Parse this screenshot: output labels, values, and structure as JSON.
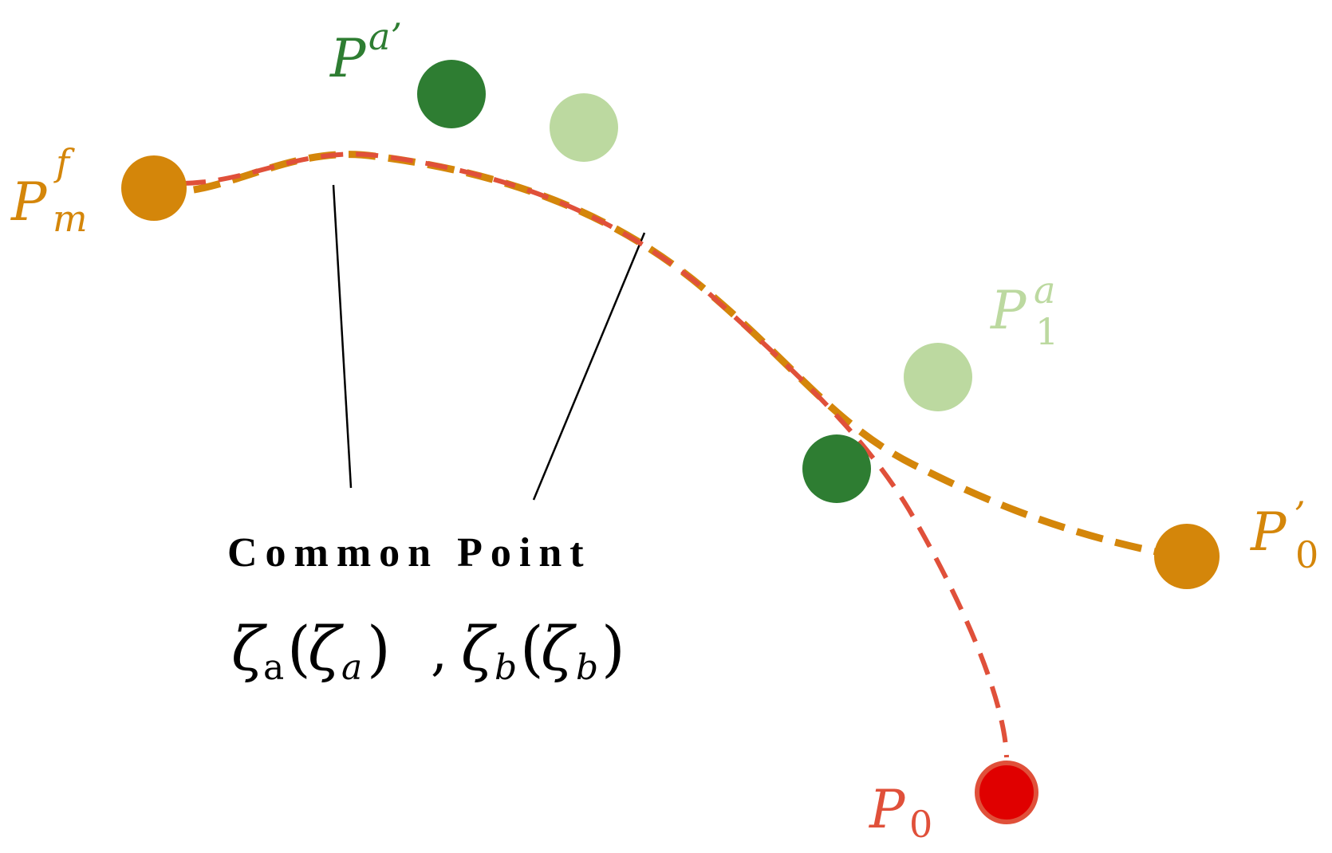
{
  "colors": {
    "orange": "#D4860A",
    "red_dash": "#E0503A",
    "red_point": "#E00000",
    "dark_green": "#2E7D32",
    "light_green": "#BCD9A0",
    "leader": "#000000"
  },
  "labels": {
    "pmf": {
      "base": "P",
      "sup": "f",
      "sub": "m"
    },
    "pa_prime": {
      "base": "P",
      "sup": "a’"
    },
    "p1a": {
      "base": "P",
      "sup": "a",
      "sub": "1"
    },
    "p0_prime": {
      "base": "P",
      "sup": "’",
      "sub": "0"
    },
    "p0": {
      "base": "P",
      "sub": "0"
    }
  },
  "annotation": {
    "title": "Common Point",
    "formula": {
      "zeta": "ζ",
      "sub_a_upright": "a",
      "sub_a_italic": "a",
      "sub_b": "b",
      "open": "(",
      "close": ")",
      "comma": ","
    }
  }
}
